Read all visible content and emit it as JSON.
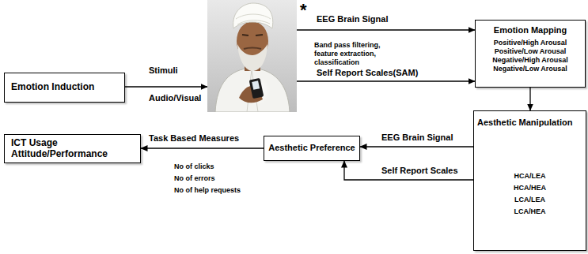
{
  "diagram": {
    "nodes": [
      {
        "text": [
          "Emotion Induction"
        ]
      },
      {
        "text": [
          "*"
        ]
      },
      {
        "text": [
          "Emotion Mapping",
          "Positive/High Arousal",
          "Positive/Low Arousal",
          "Negative/High Arousal",
          "Negative/Low Arousal"
        ]
      },
      {
        "text": [
          "Aesthetic Manipulation",
          "HCA/LEA",
          "HCA/HEA",
          "LCA/LEA",
          "LCA/HEA"
        ]
      },
      {
        "text": [
          "Aesthetic Preference"
        ]
      },
      {
        "text": [
          "ICT Usage Attitude/Performance"
        ]
      }
    ],
    "edges": [
      {
        "from": 0,
        "to": 1,
        "label": "Stimuli",
        "arrow": "to"
      },
      {
        "from": 1,
        "to": 2,
        "label": "EEG Brain Signal",
        "arrow": "to"
      },
      {
        "from": 1,
        "to": 2,
        "label": "Self Report Scales(SAM)",
        "arrow": "to"
      },
      {
        "from": 2,
        "to": 3,
        "arrow": "to"
      },
      {
        "from": 3,
        "to": 4,
        "label": "EEG Brain Signal",
        "arrow": "to"
      },
      {
        "from": 3,
        "to": 4,
        "label": "Self Report Scales",
        "arrow": "to"
      },
      {
        "from": 4,
        "to": 5,
        "label": "Task Based Measures",
        "arrow": "to"
      }
    ],
    "labels": [
      "Audio/Visual",
      "Band pass filtering, feature extraction, classification",
      "No of clicks",
      "No of errors",
      "No of help requests"
    ]
  }
}
